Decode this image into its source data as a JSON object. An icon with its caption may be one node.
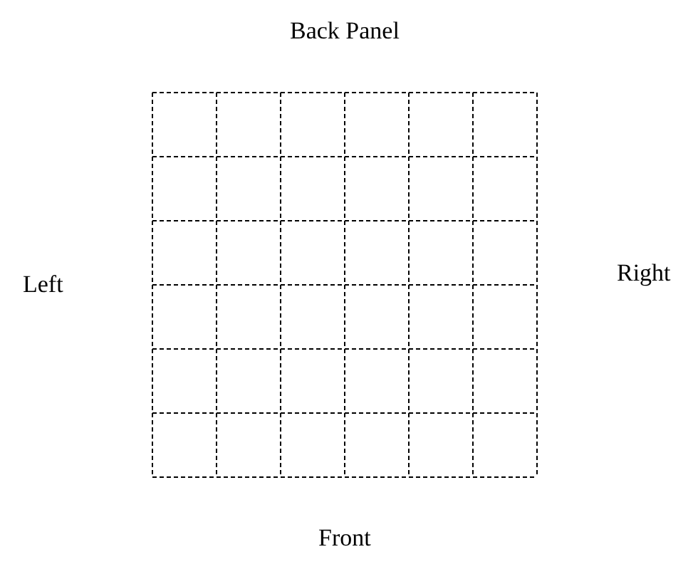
{
  "diagram": {
    "labels": [
      "Back Panel",
      "Left",
      "Right",
      "Front"
    ]
  }
}
